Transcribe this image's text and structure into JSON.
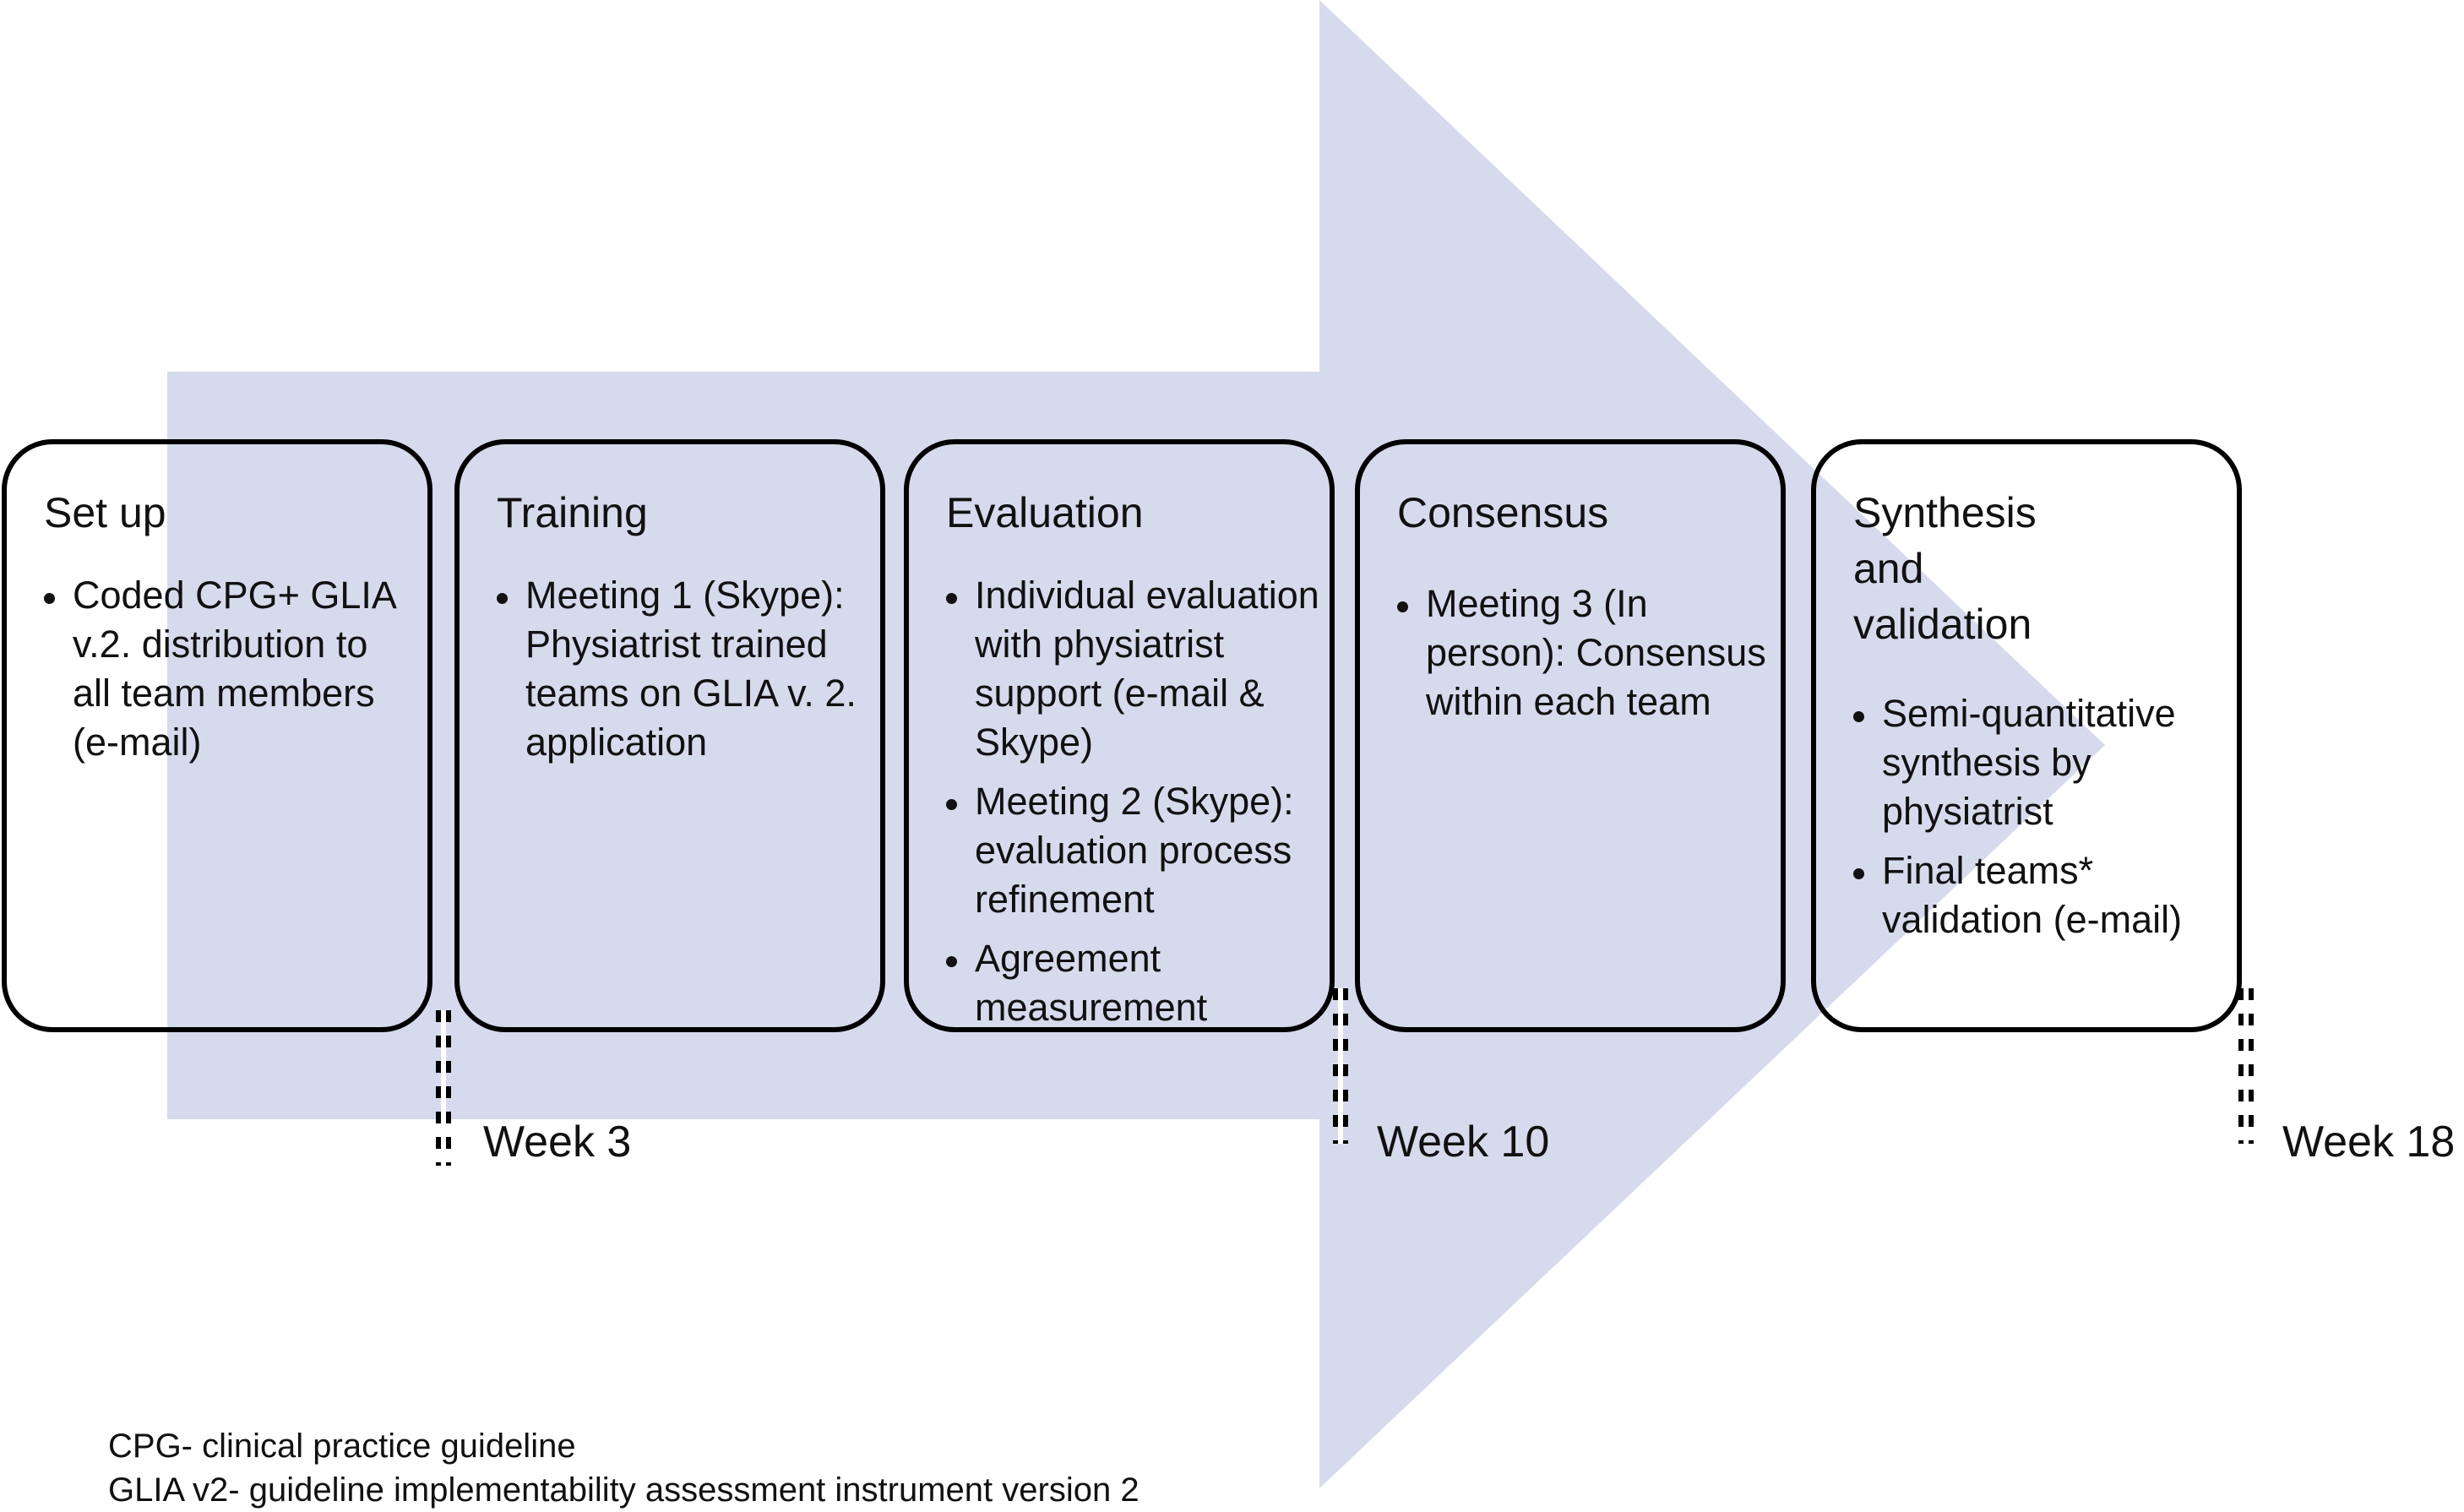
{
  "colors": {
    "arrow_fill": "#d5dbec",
    "border": "#000000",
    "text": "#111111"
  },
  "stages": [
    {
      "title": "Set up",
      "bullets": [
        "Coded CPG+ GLIA v.2. distribution to all team members (e-mail)"
      ]
    },
    {
      "title": "Training",
      "bullets": [
        "Meeting 1 (Skype): Physiatrist trained teams on GLIA v. 2. application"
      ]
    },
    {
      "title": "Evaluation",
      "bullets": [
        "Individual evaluation with physiatrist support (e-mail & Skype)",
        "Meeting 2 (Skype): evaluation process refinement",
        "Agreement measurement"
      ]
    },
    {
      "title": "Consensus",
      "bullets": [
        "Meeting 3 (In person): Consensus within each team"
      ]
    },
    {
      "title": "Synthesis and validation",
      "bullets": [
        "Semi-quantitative synthesis by physiatrist",
        "Final teams* validation (e-mail)"
      ]
    }
  ],
  "weeks": [
    "Week 3",
    "Week 10",
    "Week 18"
  ],
  "footnotes": [
    "CPG- clinical practice guideline",
    "GLIA v2- guideline implementability assessment instrument version 2"
  ]
}
